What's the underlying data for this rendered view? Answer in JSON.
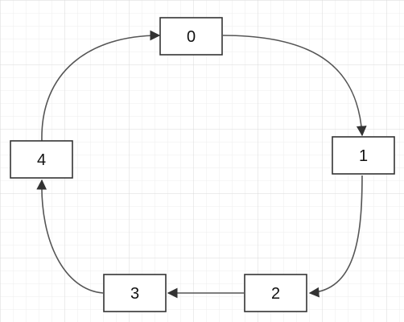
{
  "diagram": {
    "style": {
      "background": "#ffffff",
      "grid_minor": "#eeeeee",
      "grid_major": "#d9d9d9",
      "node_fill": "#ffffff",
      "node_stroke": "#333333",
      "edge_stroke": "#555555",
      "arrowhead": "#333333"
    },
    "nodes": [
      {
        "id": "0",
        "label": "0"
      },
      {
        "id": "1",
        "label": "1"
      },
      {
        "id": "2",
        "label": "2"
      },
      {
        "id": "3",
        "label": "3"
      },
      {
        "id": "4",
        "label": "4"
      }
    ],
    "edges": [
      {
        "from": "0",
        "to": "1"
      },
      {
        "from": "1",
        "to": "2"
      },
      {
        "from": "2",
        "to": "3"
      },
      {
        "from": "3",
        "to": "4"
      },
      {
        "from": "4",
        "to": "0"
      }
    ]
  }
}
